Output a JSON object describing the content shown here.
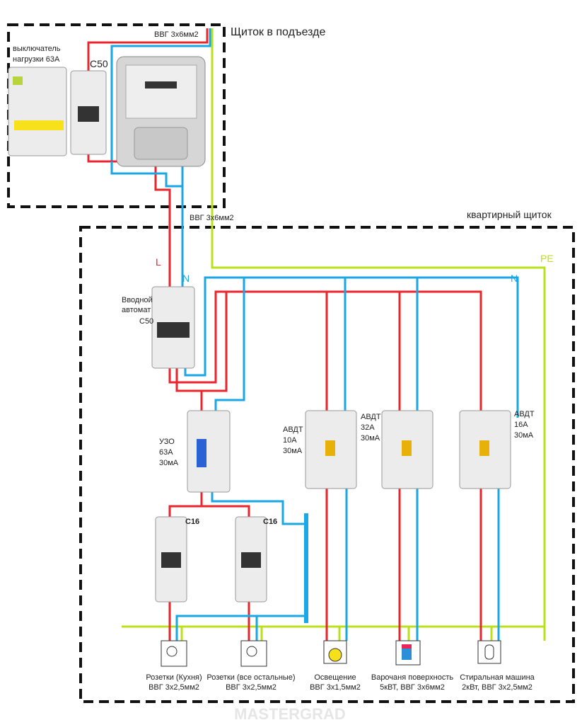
{
  "entrance_panel": {
    "title": "Щиток в подъезде",
    "cable_in": "ВВГ 3х6мм2",
    "load_switch_label_1": "выключатель",
    "load_switch_label_2": "нагрузки 63А",
    "breaker_label": "C50"
  },
  "apartment_panel": {
    "title": "квартирный щиток",
    "cable": "ВВГ 3х6мм2",
    "L_label": "L",
    "N_label": "N",
    "N_label_right": "N",
    "PE_label": "PE",
    "main_breaker": {
      "line1": "Вводной",
      "line2": "автомат",
      "rating": "C50"
    },
    "rcd": {
      "line1": "УЗО",
      "line2": "63А",
      "line3": "30мА"
    },
    "c16_left": "C16",
    "c16_right": "C16",
    "rcbo": [
      {
        "line1": "АВДТ",
        "line2": "10А",
        "line3": "30мА"
      },
      {
        "line1": "АВДТ",
        "line2": "32А",
        "line3": "30мА"
      },
      {
        "line1": "АВДТ",
        "line2": "16А",
        "line3": "30мА"
      }
    ],
    "loads": [
      {
        "icon": "socket-icon",
        "line1": "Розетки (Кухня)",
        "line2": "ВВГ 3х2,5мм2"
      },
      {
        "icon": "socket-icon",
        "line1": "Розетки (все остальные)",
        "line2": "ВВГ 3х2,5мм2"
      },
      {
        "icon": "light-bulb-icon",
        "line1": "Освещение",
        "line2": "ВВГ 3х1,5мм2"
      },
      {
        "icon": "stove-icon",
        "line1": "Варочаня поверхность",
        "line2": "5кВТ, ВВГ 3х6мм2"
      },
      {
        "icon": "washing-machine-icon",
        "line1": "Стиральная машина",
        "line2": "2кВт, ВВГ 3х2,5мм2"
      }
    ]
  },
  "watermark": "MASTERGRAD",
  "colors": {
    "phase": "#e8262b",
    "neutral": "#1aa7e6",
    "earth": "#b9e21c"
  }
}
